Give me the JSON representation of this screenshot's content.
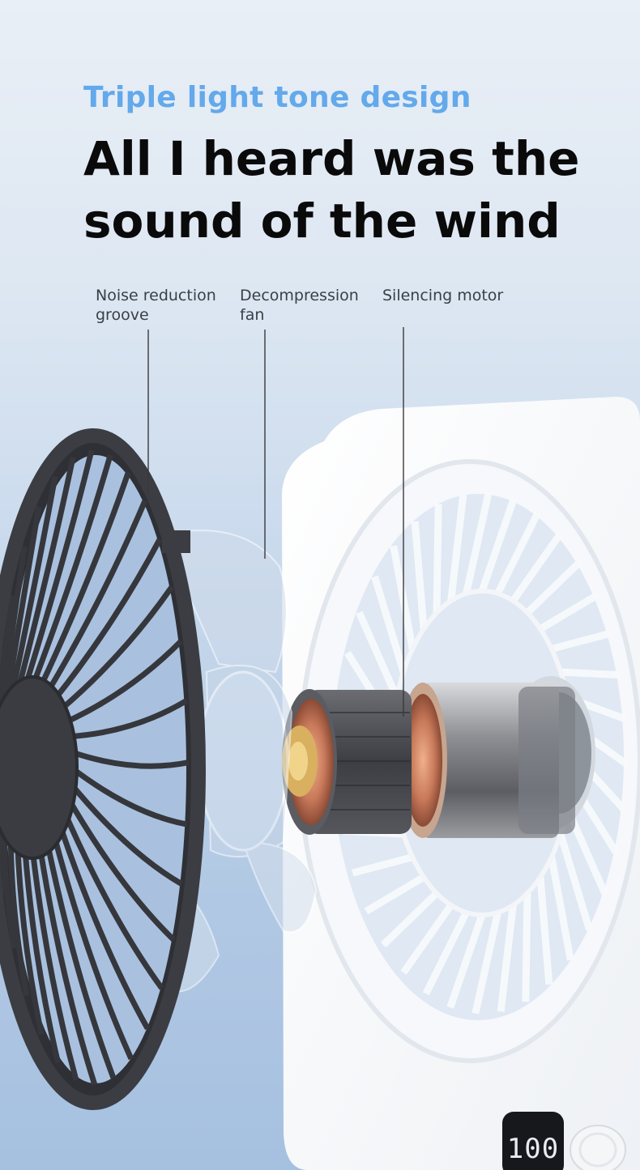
{
  "subtitle": "Triple light tone design",
  "headline": "All I heard was the sound of the wind",
  "callouts": [
    {
      "line1": "Noise reduction",
      "line2": "groove"
    },
    {
      "line1": "Decompression",
      "line2": "fan"
    },
    {
      "line1": "Silencing motor",
      "line2": ""
    }
  ],
  "display_readout": "100",
  "colors": {
    "subtitle": "#63a9eb",
    "headline": "#0a0a0a",
    "grille": "#3b3d42",
    "copper": "#c8795a"
  }
}
